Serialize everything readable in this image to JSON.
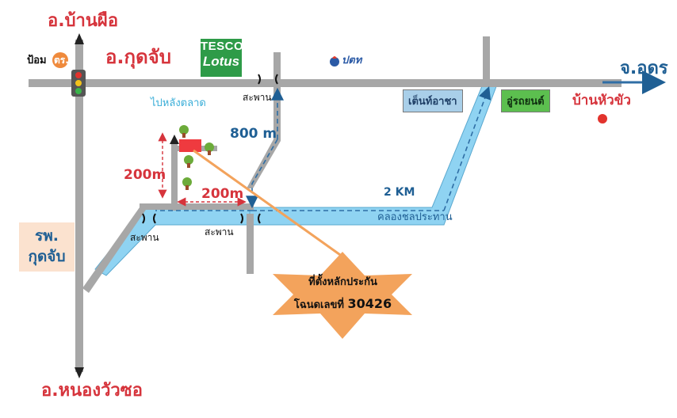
{
  "places": {
    "north_district": "อ.บ้านผือ",
    "south_district": "อ.หนองวัวซอ",
    "kudchap_district": "อ.กุดจับ",
    "udon": "จ.อุดร",
    "ban_hua_khua": "บ้านหัวขัว"
  },
  "pom_tor": {
    "label": "ป้อม",
    "badge": "ตร."
  },
  "tesco": {
    "line1": "TESCO",
    "line2": "Lotus"
  },
  "ptt_label": "ปตท",
  "market_back": "ไปหลังตลาด",
  "bridges": {
    "north": "สะพาน",
    "west": "สะพาน",
    "middle": "สะพาน"
  },
  "distances": {
    "d800": "800 m",
    "d200_vertical": "200m",
    "d200_horizontal": "200m",
    "d2km": "2 KM"
  },
  "canal": "คลองชลประทาน",
  "tent": "เต็นท์อาชา",
  "garage": "อู่รถยนต์",
  "hospital": {
    "line1": "รพ.",
    "line2": "กุดจับ"
  },
  "collateral": {
    "line1": "ที่ตั้งหลักประกัน",
    "line2_prefix": "โฉนดเลขที่",
    "deed_no": "30426"
  },
  "colors": {
    "road": "#a7a7a7",
    "canal": "#8fd3f2",
    "red": "#d6343c",
    "blue": "#1f5f94",
    "star": "#f3a35c",
    "tesco": "#2e9b48",
    "hospital_bg": "#fbe2cf",
    "tent_bg": "#a9cfe9",
    "garage_bg": "#5cbf4f"
  },
  "icons": [
    "traffic-light-icon",
    "tree-icon",
    "bridge-icon",
    "hospital-pin-icon"
  ]
}
